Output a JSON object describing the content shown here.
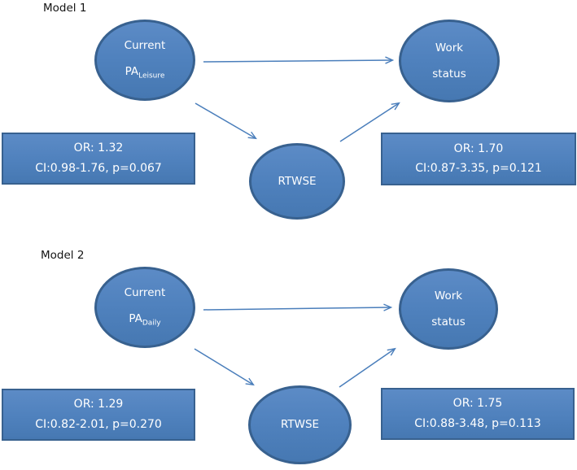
{
  "colors": {
    "shape_fill": "#4f81bd",
    "shape_border": "#38618f",
    "arrow": "#4a7ebb",
    "text_on_shape": "#ffffff",
    "label_text": "#141414",
    "background": "#ffffff"
  },
  "models": [
    {
      "label": "Model 1",
      "predictor": {
        "line1": "Current",
        "abbr": "PA",
        "subscript": "Leisure"
      },
      "mediator": {
        "label": "RTWSE"
      },
      "outcome": {
        "line1": "Work",
        "line2": "status"
      },
      "left_stats": {
        "or": "OR: 1.32",
        "ci": "CI:0.98-1.76, p=0.067"
      },
      "right_stats": {
        "or": "OR: 1.70",
        "ci": "CI:0.87-3.35, p=0.121"
      }
    },
    {
      "label": "Model 2",
      "predictor": {
        "line1": "Current",
        "abbr": "PA",
        "subscript": "Daily"
      },
      "mediator": {
        "label": "RTWSE"
      },
      "outcome": {
        "line1": "Work",
        "line2": "status"
      },
      "left_stats": {
        "or": "OR: 1.29",
        "ci": "CI:0.82-2.01, p=0.270"
      },
      "right_stats": {
        "or": "OR: 1.75",
        "ci": "CI:0.88-3.48, p=0.113"
      }
    }
  ]
}
